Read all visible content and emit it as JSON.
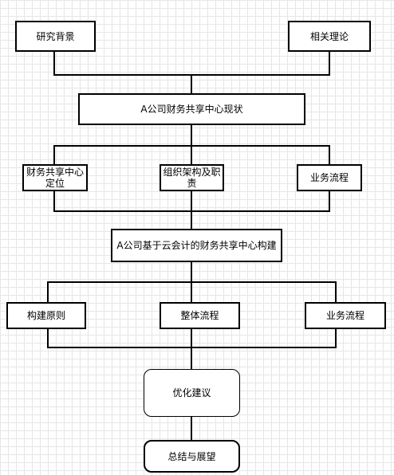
{
  "nodes": {
    "research_background": "研究背景",
    "related_theory": "相关理论",
    "current_status": "A公司财务共享中心现状",
    "fsc_positioning": "财务共享中心定位",
    "org_structure": "组织架构及职责",
    "business_process_1": "业务流程",
    "cloud_construction": "A公司基于云会计的财务共享中心构建",
    "principles": "构建原则",
    "overall_process": "整体流程",
    "business_process_2": "业务流程",
    "optimization": "优化建议",
    "conclusion": "总结与展望"
  }
}
